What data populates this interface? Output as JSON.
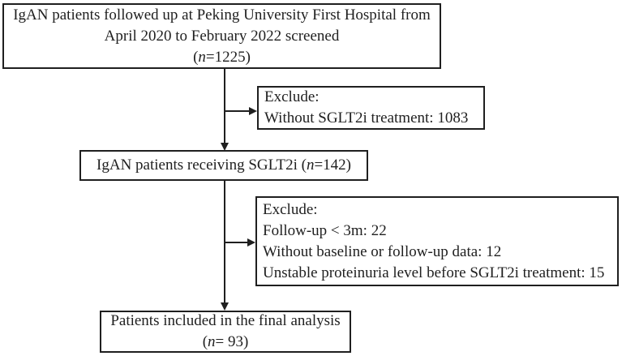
{
  "colors": {
    "ink": "#1f1f1f",
    "background": "#ffffff"
  },
  "flowchart": {
    "screened_box": {
      "line1": "IgAN patients followed up at Peking University First Hospital from",
      "line2": "April 2020 to February 2022 screened",
      "n_open": "(",
      "n_var": "n",
      "n_rest": "=1225)"
    },
    "exclude_box_1": {
      "title": "Exclude:",
      "item1": "Without SGLT2i treatment: 1083"
    },
    "receiving_box": {
      "text_before": "IgAN patients receiving SGLT2i (",
      "n_var": "n",
      "n_rest": "=142)"
    },
    "exclude_box_2": {
      "title": "Exclude:",
      "item1": "Follow-up < 3m: 22",
      "item2": "Without baseline or follow-up data: 12",
      "item3": "Unstable proteinuria level before SGLT2i treatment: 15"
    },
    "final_box": {
      "line1": "Patients included in the final analysis",
      "n_open": "(",
      "n_var": "n",
      "n_rest": "= 93)"
    }
  }
}
